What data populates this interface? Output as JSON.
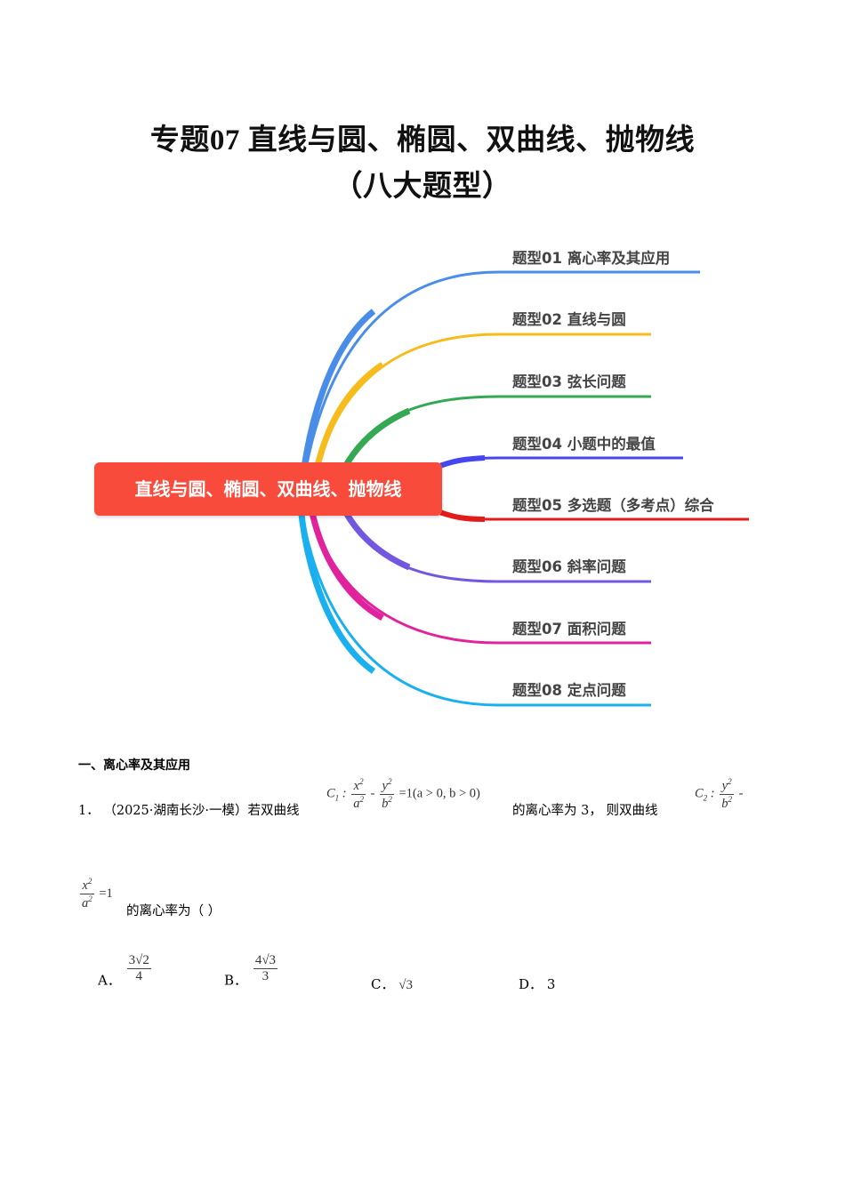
{
  "document": {
    "title_line1": "专题07 直线与圆、椭圆、双曲线、抛物线",
    "title_line2": "（八大题型）"
  },
  "mindmap": {
    "center": {
      "label": "直线与圆、椭圆、双曲线、抛物线",
      "color": "#f84b3c"
    },
    "branches": [
      {
        "label": "题型01 离心率及其应用",
        "color": "#4a8de8"
      },
      {
        "label": "题型02 直线与圆",
        "color": "#f5bc1c"
      },
      {
        "label": "题型03 弦长问题",
        "color": "#34a853"
      },
      {
        "label": "题型04 小题中的最值",
        "color": "#4646f0"
      },
      {
        "label": "题型05 多选题（多考点）综合",
        "color": "#e21b1b"
      },
      {
        "label": "题型06 斜率问题",
        "color": "#7357e0"
      },
      {
        "label": "题型07 面积问题",
        "color": "#e0229c"
      },
      {
        "label": "题型08 定点问题",
        "color": "#1ab0f0"
      }
    ]
  },
  "section": {
    "heading": "一、离心率及其应用"
  },
  "question1": {
    "number": "1．",
    "source": "（2025·湖南长沙·一模）若双曲线",
    "c1_name": "C",
    "c1_sub": "1",
    "c1_x": "x",
    "c1_a": "a",
    "c1_y": "y",
    "c1_b": "b",
    "c1_tail": "=1(a > 0,   b > 0)",
    "mid_text": "的离心率为 3，  则双曲线",
    "c2_name": "C",
    "c2_sub": "2",
    "c2_y": "y",
    "c2_b": "b",
    "c2_x": "x",
    "c2_a": "a",
    "c2_tail": "=1",
    "end_text": "的离心率为（     ）",
    "sq": "2",
    "options": [
      {
        "letter": "A．",
        "num": "3√2",
        "den": "4"
      },
      {
        "letter": "B．",
        "num": "4√3",
        "den": "3"
      },
      {
        "letter": "C．",
        "value": "√3"
      },
      {
        "letter": "D．",
        "value": "3"
      }
    ]
  }
}
